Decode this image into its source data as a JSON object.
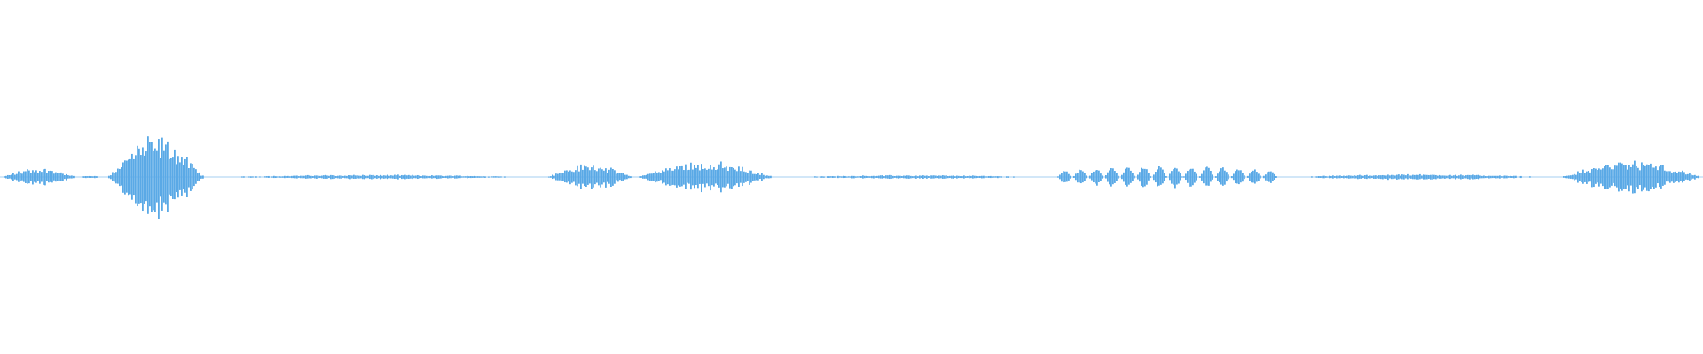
{
  "waveform": {
    "color": "#5aa9e6",
    "background": "#ffffff",
    "sample_count": 960,
    "segments": [
      {
        "start": 0.0,
        "end": 0.045,
        "peak": 0.05,
        "texture": "noise"
      },
      {
        "start": 0.045,
        "end": 0.06,
        "peak": 0.008,
        "texture": "noise"
      },
      {
        "start": 0.062,
        "end": 0.12,
        "peak": 0.22,
        "texture": "noise"
      },
      {
        "start": 0.12,
        "end": 0.32,
        "peak": 0.012,
        "texture": "noise"
      },
      {
        "start": 0.32,
        "end": 0.372,
        "peak": 0.07,
        "texture": "noise"
      },
      {
        "start": 0.372,
        "end": 0.455,
        "peak": 0.085,
        "texture": "noise"
      },
      {
        "start": 0.455,
        "end": 0.62,
        "peak": 0.01,
        "texture": "noise"
      },
      {
        "start": 0.62,
        "end": 0.75,
        "peak": 0.055,
        "texture": "bursts"
      },
      {
        "start": 0.75,
        "end": 0.915,
        "peak": 0.015,
        "texture": "noise"
      },
      {
        "start": 0.915,
        "end": 1.0,
        "peak": 0.09,
        "texture": "noise"
      }
    ]
  }
}
